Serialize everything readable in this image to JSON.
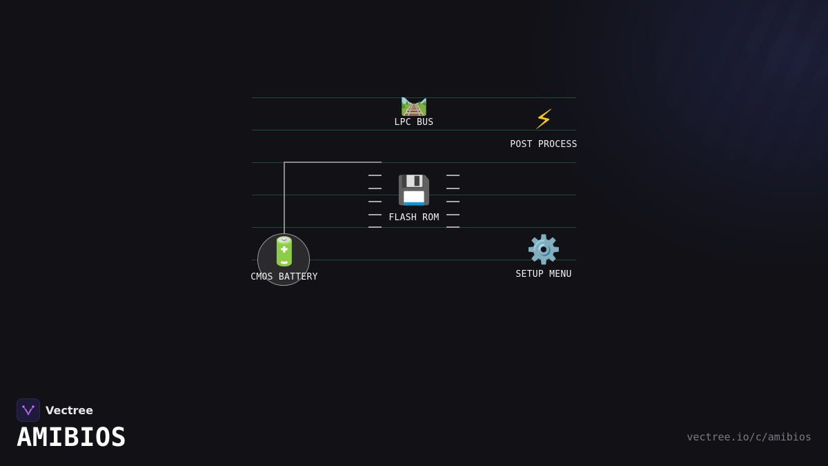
{
  "diagram": {
    "nodes": {
      "lpc_bus": {
        "icon": "railway-track-icon",
        "glyph": "🛤️",
        "label": "LPC BUS"
      },
      "post_process": {
        "icon": "lightning-bolt-icon",
        "glyph": "⚡",
        "label": "POST PROCESS"
      },
      "flash_rom": {
        "icon": "floppy-disk-icon",
        "glyph": "💾",
        "label": "FLASH ROM"
      },
      "cmos_battery": {
        "icon": "battery-icon",
        "glyph": "🔋",
        "label": "CMOS BATTERY"
      },
      "setup_menu": {
        "icon": "gear-icon",
        "glyph": "⚙️",
        "label": "SETUP MENU"
      }
    },
    "colors": {
      "guide_lines": "#1f4a3a",
      "wire": "#8a8a8a",
      "background": "#111116"
    }
  },
  "branding": {
    "logo_icon": "vectree-logo-icon",
    "brand_name": "Vectree",
    "title": "AMIBIOS",
    "url": "vectree.io/c/amibios",
    "accent": "#a64ee0"
  }
}
